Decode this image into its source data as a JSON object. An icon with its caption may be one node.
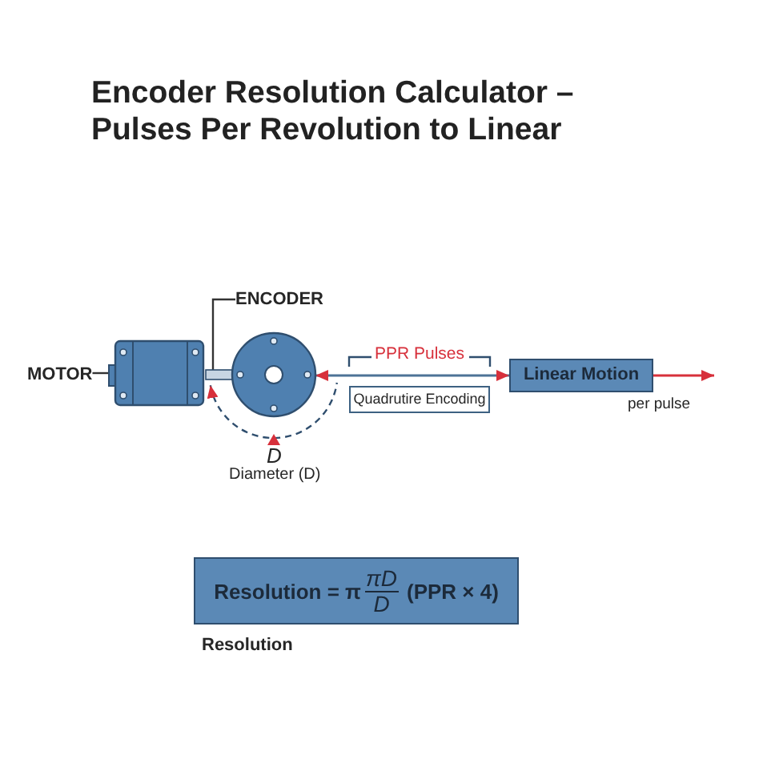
{
  "diagram": {
    "title": "Encoder Resolution Calculator – Pulses Per Revolution to Linear",
    "nodes": [
      {
        "text": [
          "ENCODER"
        ]
      },
      {
        "text": [
          "MOTOR"
        ]
      },
      {
        "text": [],
        "shape": "picture"
      },
      {
        "text": [],
        "shape": "picture"
      },
      {
        "text": [
          "Quadrutire Encoding"
        ]
      },
      {
        "text": [
          "Linear Motion"
        ]
      },
      {
        "text": [
          "Resolution = π",
          "πD",
          "D",
          "(PPR × 4)"
        ],
        "beside": [
          "Resolution"
        ]
      }
    ],
    "edges": [
      {
        "from": 0,
        "to": 3,
        "arrow": "none"
      },
      {
        "from": 1,
        "to": 2,
        "arrow": "none"
      },
      {
        "from": 3,
        "to": 5,
        "arrow": "both",
        "label": "PPR Pulses",
        "color": "#4d7396"
      },
      {
        "from": 5,
        "to": null,
        "arrow": "to",
        "label": "per pulse",
        "color": "#d7303b"
      }
    ],
    "labels": [
      "D",
      "Diameter (D)"
    ]
  }
}
